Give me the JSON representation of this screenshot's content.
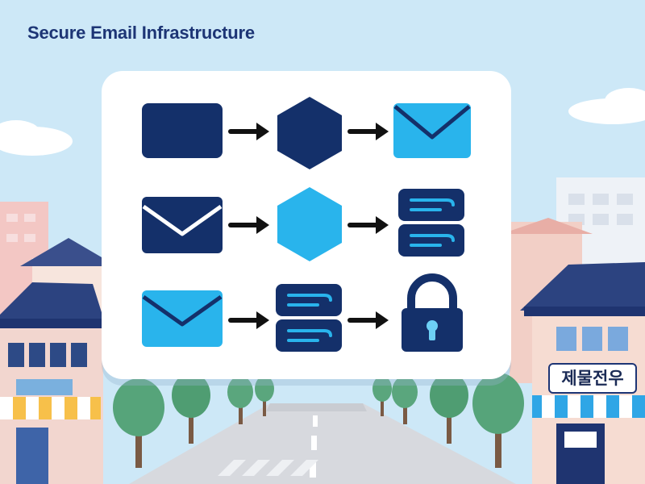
{
  "header": {
    "title": "Secure Email Infrastructure"
  },
  "storefront_sign": {
    "text": "제물전우"
  },
  "colors": {
    "navy": "#14306a",
    "sky": "#29b4ec",
    "light_sky": "#6dd0f5",
    "background": "#cde8f7",
    "card": "#ffffff"
  },
  "diagram": {
    "rows": [
      {
        "nodes": [
          {
            "icon": "rectangle-icon",
            "color": "navy"
          },
          {
            "icon": "hexagon-icon",
            "color": "navy"
          },
          {
            "icon": "envelope-icon",
            "color": "sky"
          }
        ]
      },
      {
        "nodes": [
          {
            "icon": "envelope-icon",
            "color": "navy"
          },
          {
            "icon": "hexagon-icon",
            "color": "sky"
          },
          {
            "icon": "server-icon",
            "color": "navy"
          }
        ]
      },
      {
        "nodes": [
          {
            "icon": "envelope-icon",
            "color": "sky"
          },
          {
            "icon": "server-icon",
            "color": "navy"
          },
          {
            "icon": "padlock-icon",
            "color": "navy"
          }
        ]
      }
    ],
    "connector_icon": "arrow-right-icon"
  }
}
